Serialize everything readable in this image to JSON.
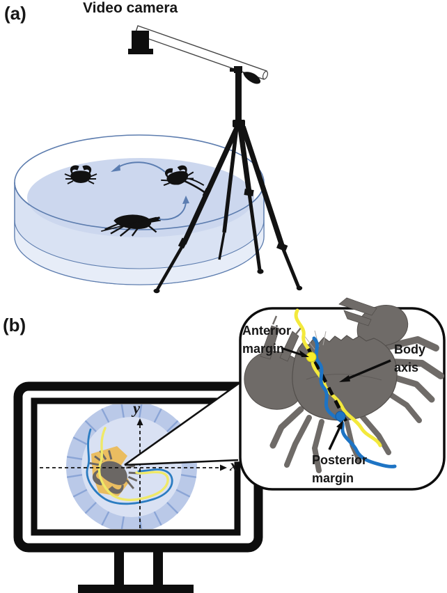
{
  "labels": {
    "panel_a": "(a)",
    "panel_b": "(b)",
    "video_camera": "Video camera",
    "axis_x": "x",
    "axis_y": "y",
    "anterior_margin": "Anterior margin",
    "body_axis": "Body axis",
    "posterior_margin": "Posterior margin"
  },
  "colors": {
    "track_yellow": "#f3e93c",
    "track_blue": "#1e74c4",
    "arena_water": "#ccd7ee",
    "arena_outline": "#5c7cae",
    "movement_arrow": "#5b7db1",
    "screen_ring": "#bac9e8",
    "screen_ring_ticks": "#8ba5d6",
    "screen_inner_circle": "#d9e1f3",
    "heading_patch_orange": "#ecba55",
    "crab_gray": "#6f6b68",
    "silhouette_black": "#111111"
  }
}
